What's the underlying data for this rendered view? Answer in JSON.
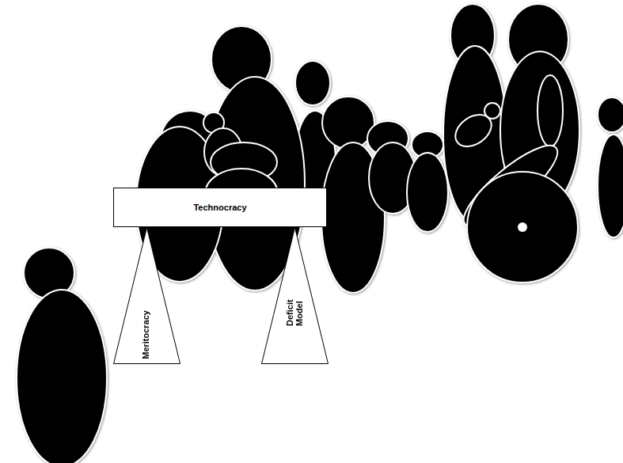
{
  "diagram": {
    "nodes": [
      {
        "text": [
          "Technocracy"
        ]
      },
      {
        "text": [
          "Meritocracy"
        ]
      },
      {
        "text": [
          "Deficit Model"
        ]
      }
    ]
  }
}
